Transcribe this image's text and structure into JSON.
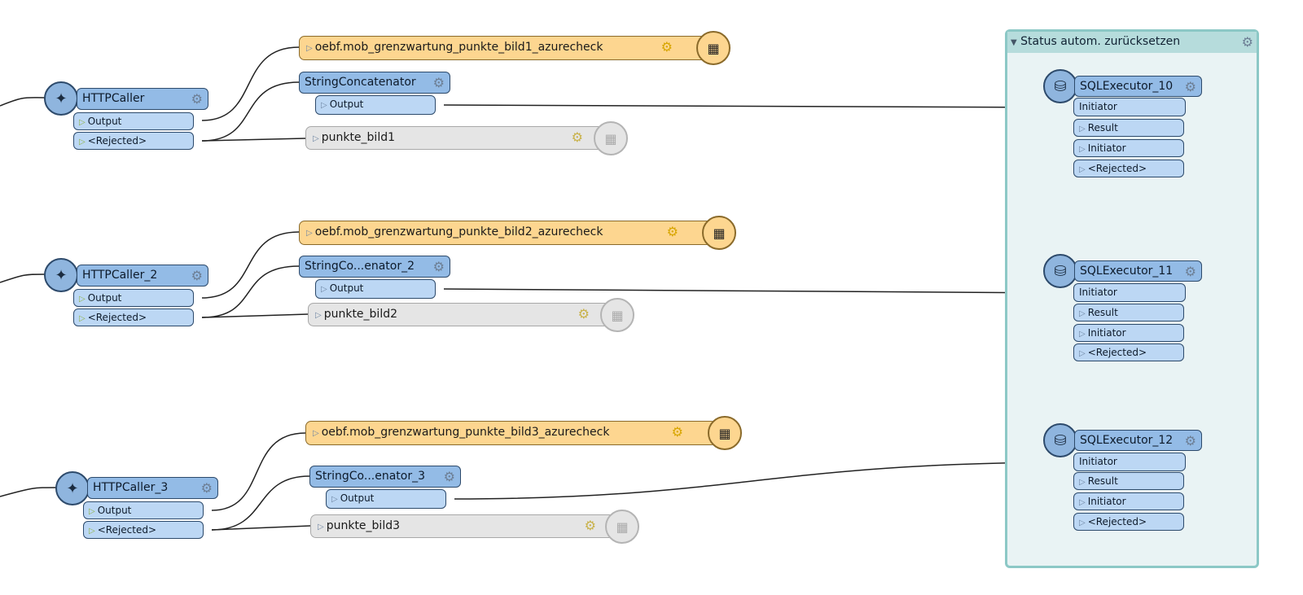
{
  "transformers": {
    "http1": {
      "name": "HTTPCaller",
      "ports": [
        "Output",
        "<Rejected>"
      ]
    },
    "http2": {
      "name": "HTTPCaller_2",
      "ports": [
        "Output",
        "<Rejected>"
      ]
    },
    "http3": {
      "name": "HTTPCaller_3",
      "ports": [
        "Output",
        "<Rejected>"
      ]
    },
    "sc1": {
      "name": "StringConcatenator",
      "port": "Output"
    },
    "sc2": {
      "name": "StringCo...enator_2",
      "port": "Output"
    },
    "sc3": {
      "name": "StringCo...enator_3",
      "port": "Output"
    },
    "sql10": {
      "name": "SQLExecutor_10",
      "input": "Initiator",
      "ports": [
        "Result",
        "Initiator",
        "<Rejected>"
      ]
    },
    "sql11": {
      "name": "SQLExecutor_11",
      "input": "Initiator",
      "ports": [
        "Result",
        "Initiator",
        "<Rejected>"
      ]
    },
    "sql12": {
      "name": "SQLExecutor_12",
      "input": "Initiator",
      "ports": [
        "Result",
        "Initiator",
        "<Rejected>"
      ]
    }
  },
  "writers": {
    "w1": "oebf.mob_grenzwartung_punkte_bild1_azurecheck",
    "w2": "oebf.mob_grenzwartung_punkte_bild2_azurecheck",
    "w3": "oebf.mob_grenzwartung_punkte_bild3_azurecheck",
    "d1": "punkte_bild1",
    "d2": "punkte_bild2",
    "d3": "punkte_bild3"
  },
  "bookmark": {
    "title": "Status autom. zurücksetzen"
  },
  "icons": {
    "gear": "⚙",
    "triangle": "▷",
    "table": "▦",
    "db": "⛁"
  }
}
